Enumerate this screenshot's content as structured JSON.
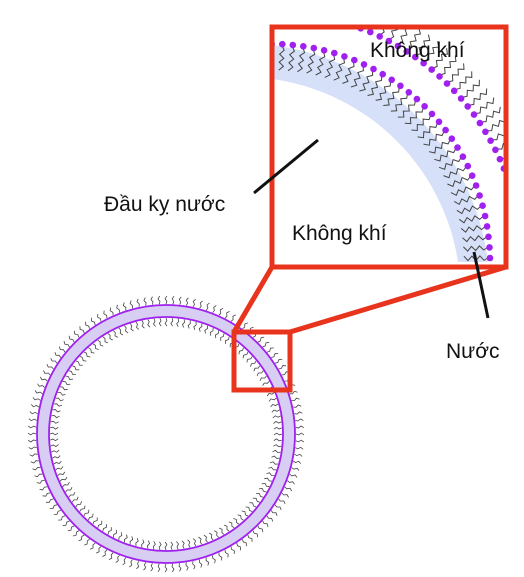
{
  "labels": {
    "air_top": "Không khí",
    "air_inner": "Không khí",
    "hydrophobic_tail": "Đầu kỵ nước",
    "water": "Nước"
  },
  "colors": {
    "highlight": "#e8341c",
    "water_fill": "#d6e0f8",
    "ring_fill": "#d8cdf2",
    "head_dot": "#a020f0",
    "tail": "#444444",
    "leader": "#111111"
  }
}
